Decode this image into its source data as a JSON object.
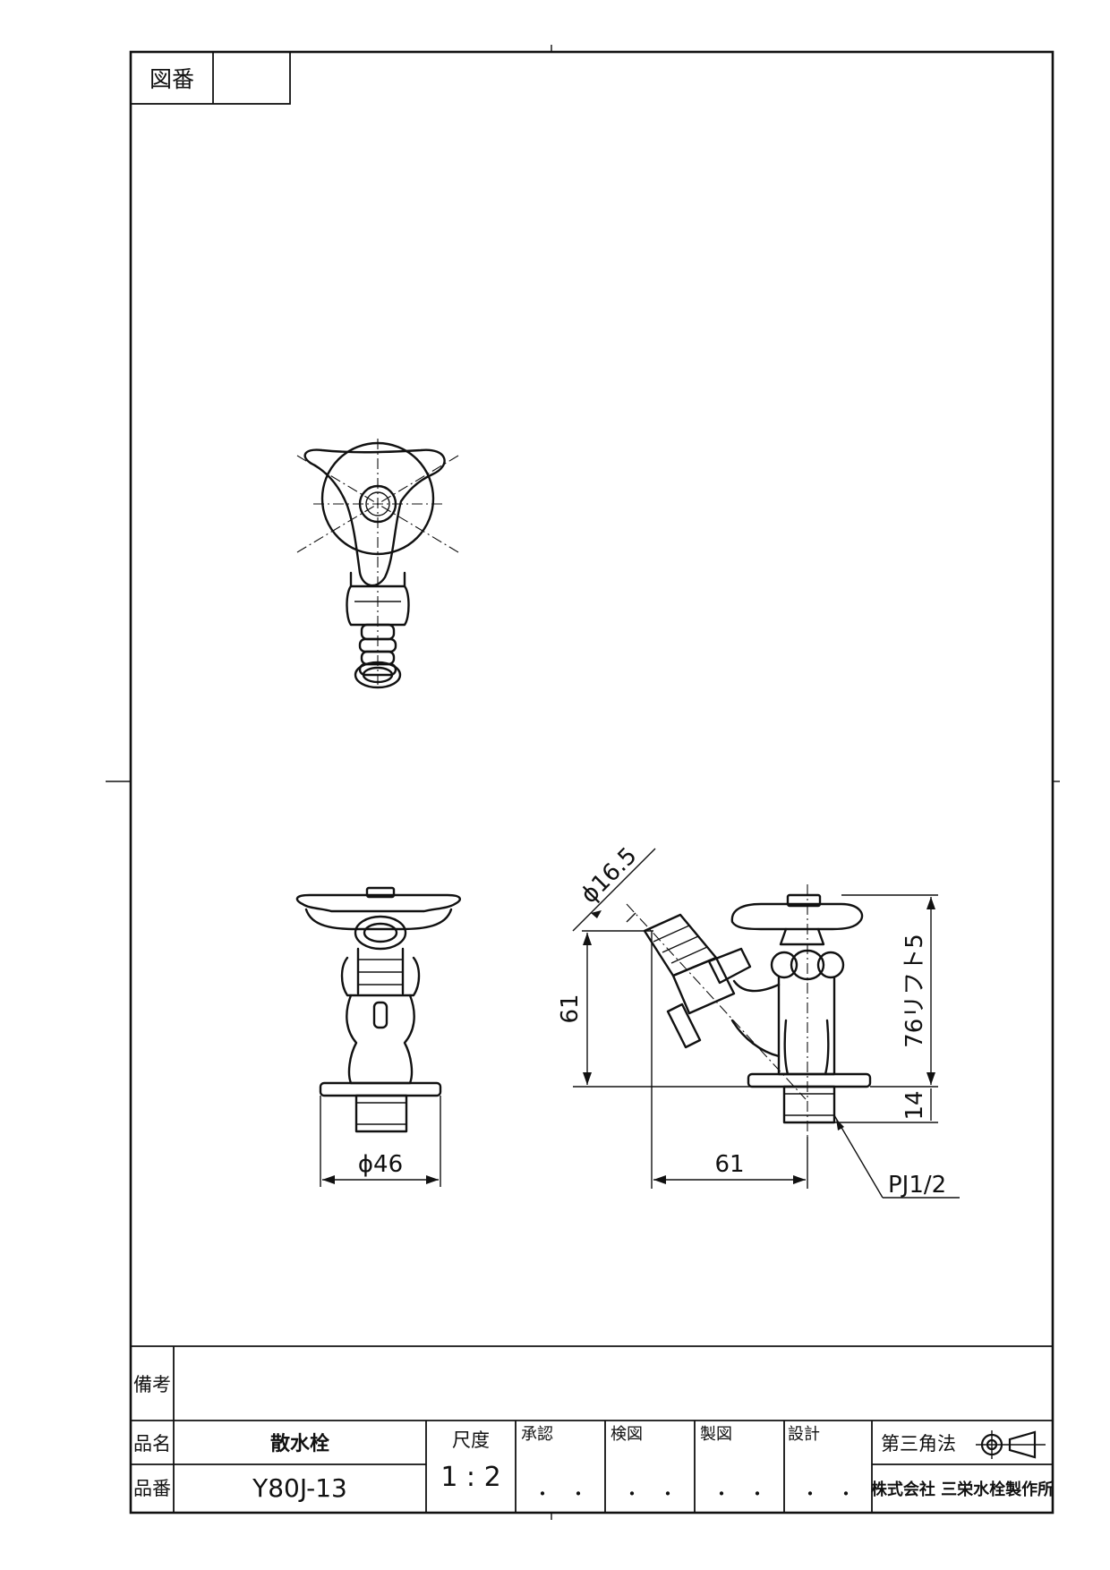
{
  "drawing_number": {
    "label": "図番",
    "value": ""
  },
  "remarks": {
    "label": "備考",
    "value": ""
  },
  "product": {
    "name_label": "品名",
    "name": "散水栓",
    "number_label": "品番",
    "number": "Y80J-13"
  },
  "scale": {
    "label": "尺度",
    "value": "1 : 2"
  },
  "approvals": [
    {
      "label": "承認",
      "value": "・　・"
    },
    {
      "label": "検図",
      "value": "・　・"
    },
    {
      "label": "製図",
      "value": "・　・"
    },
    {
      "label": "設計",
      "value": "・　・"
    }
  ],
  "projection": {
    "label": "第三角法",
    "symbol": "third-angle-projection-icon"
  },
  "company": "株式会社 三栄水栓製作所",
  "dimensions": {
    "hose_diameter": "ϕ16.5",
    "height_left": "61",
    "flange_diameter": "ϕ46",
    "overall_height": "76リフト5",
    "thread_length": "14",
    "horizontal_offset": "61",
    "thread_spec": "PJ1/2"
  }
}
